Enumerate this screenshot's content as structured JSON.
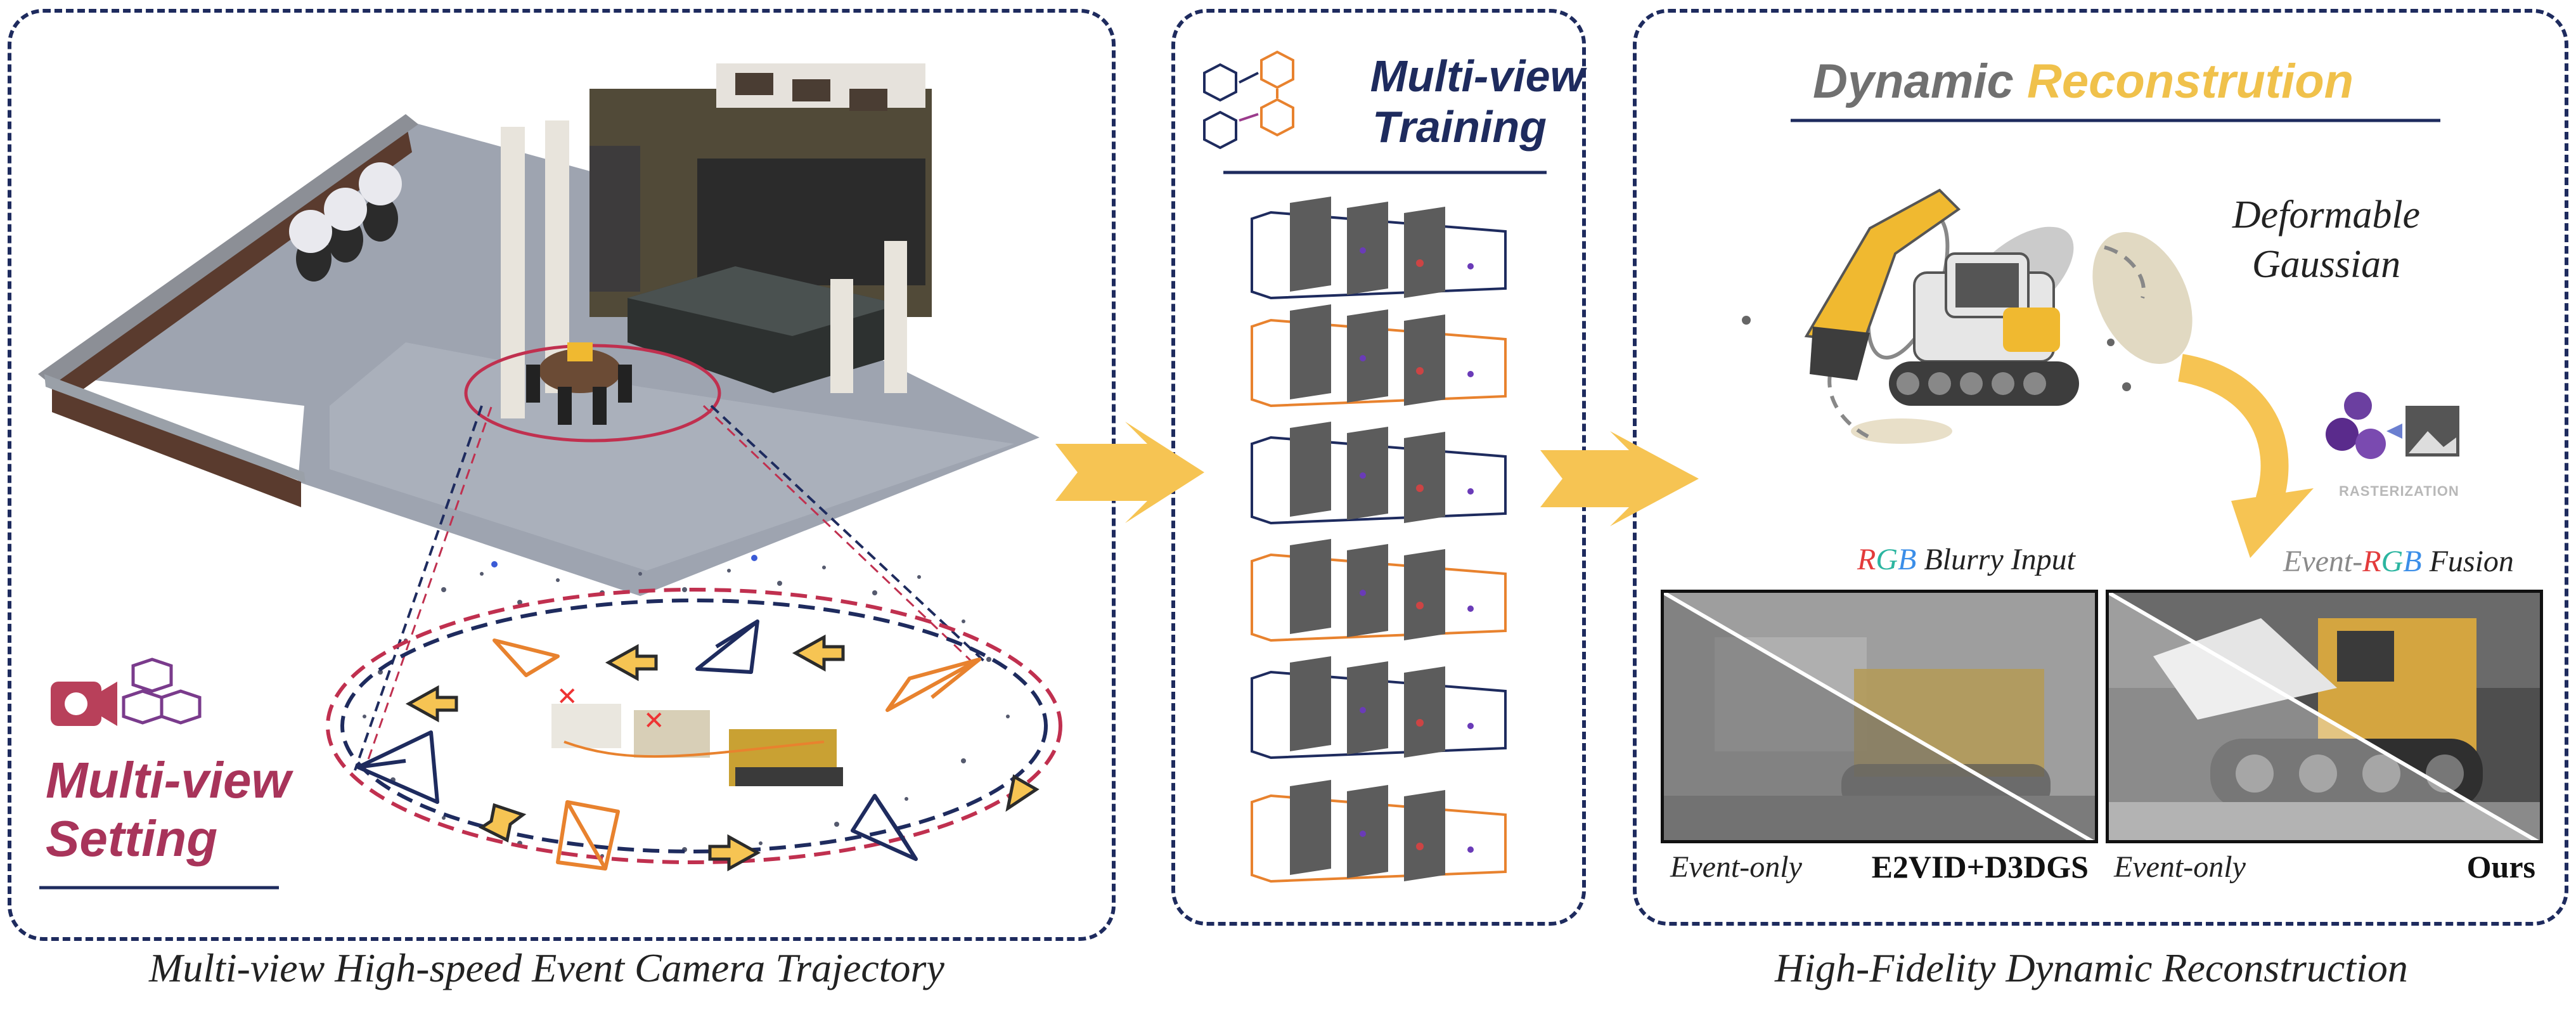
{
  "left_panel": {
    "caption": "Multi-view High-speed Event Camera Trajectory",
    "setting_title_line1": "Multi-view",
    "setting_title_line2": "Setting"
  },
  "middle_panel": {
    "title_line1": "Multi-view",
    "title_line2": "Training",
    "frame_groups": 6
  },
  "right_panel": {
    "title_word1": "Dynamic",
    "title_word2": "Reconstrution",
    "deformable_line1": "Deformable",
    "deformable_line2": "Gaussian",
    "rasterization_label": "RASTERIZATION",
    "rgb_input": {
      "r": "R",
      "g": "G",
      "b": "B",
      "rest": " Blurry Input"
    },
    "fusion": {
      "event": "Event-",
      "r": "R",
      "g": "G",
      "b": "B",
      "rest": " Fusion"
    },
    "left_image_label_left": "Event-only",
    "left_image_label_right": "E2VID+D3DGS",
    "right_image_label_left": "Event-only",
    "right_image_label_right": "Ours",
    "caption": "High-Fidelity Dynamic Reconstruction"
  },
  "colors": {
    "navy": "#1e2b5e",
    "orange": "#e8822e",
    "arrow_yellow": "#f6c453",
    "crimson": "#c0304f",
    "title_gray": "#707070",
    "title_gold": "#f0c14b"
  }
}
